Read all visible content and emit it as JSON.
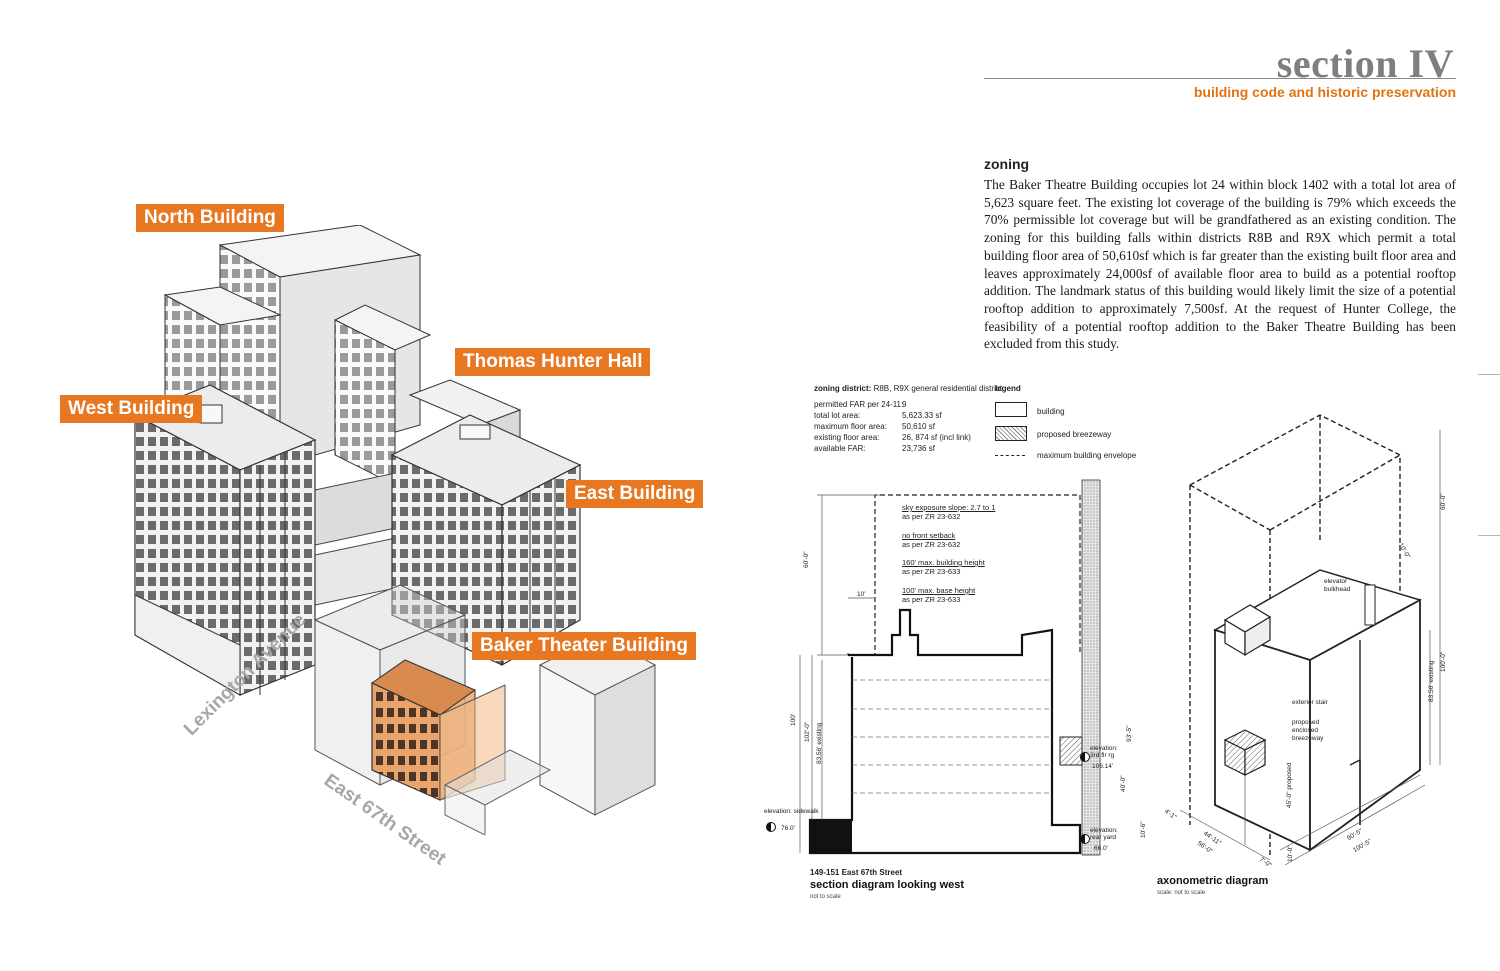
{
  "header": {
    "title": "section IV",
    "subtitle": "building code and historic preservation"
  },
  "zoning": {
    "heading": "zoning",
    "body": "The Baker Theatre Building occupies lot 24 within block 1402 with a total lot area of 5,623 square feet.  The existing lot coverage of the building is 79% which exceeds the 70% permissible lot coverage but will be grandfathered as an existing condition.  The zoning for this building falls within districts R8B and R9X which permit a total building floor area of 50,610sf which is far greater than the existing built floor area and leaves approximately 24,000sf of available floor area to build as a potential rooftop addition.  The landmark status of this building would likely limit the size of a potential rooftop addition to approximately 7,500sf.  At the request of Hunter College, the feasibility of a potential rooftop addition to the Baker Theatre Building has been excluded from this study."
  },
  "illustration": {
    "labels": {
      "north": "North Building",
      "thomas": "Thomas Hunter Hall",
      "west": "West Building",
      "east": "East Building",
      "baker": "Baker Theater Building"
    },
    "streets": {
      "lexington": "Lexington Avenue",
      "east67": "East 67th Street"
    }
  },
  "zoning_table": {
    "district_label": "zoning district:",
    "district_value": "R8B, R9X general residential district",
    "rows": [
      {
        "label": "permitted FAR per 24-11:",
        "value": "9"
      },
      {
        "label": "total lot area:",
        "value": "5,623.33 sf"
      },
      {
        "label": "maximum floor area:",
        "value": "50,610 sf"
      },
      {
        "label": "existing floor area:",
        "value": "26, 874 sf (incl link)"
      },
      {
        "label": "available FAR:",
        "value": "23,736 sf"
      }
    ]
  },
  "legend": {
    "title": "legend",
    "items": [
      "building",
      "proposed breezeway",
      "maximum building envelope"
    ]
  },
  "section_diagram": {
    "notes": [
      {
        "title": "sky exposure slope: 2.7 to 1",
        "sub": "as per ZR 23-632"
      },
      {
        "title": "no front setback",
        "sub": "as per ZR 23-632"
      },
      {
        "title": "160' max. building height",
        "sub": "as per ZR 23-633"
      },
      {
        "title": "100' max. base height",
        "sub": "as per ZR 23-633"
      }
    ],
    "dims": {
      "d60": "60'-0\"",
      "d10": "10'",
      "d100": "100'",
      "d102": "102'-0\"",
      "d8356": "83.56' existing",
      "d935": "93'-5\"",
      "d40": "40'-0\"",
      "d10b": "10'-6\""
    },
    "elevations": {
      "sidewalk_label": "elevation: sidewalk",
      "sidewalk_value": "76.0'",
      "third_label": "elevation: 3rd flr rg",
      "third_value": "106.14'",
      "rear_label": "elevation: rear yard",
      "rear_value": "66.0'"
    },
    "caption_address": "149-151 East 67th Street",
    "caption_title": "section diagram looking west",
    "caption_note": "not to scale"
  },
  "axo_diagram": {
    "dims": {
      "d60": "60'-0\"",
      "d10": "10'-0\"",
      "d100": "100'-0\"",
      "d8356": "83.56' existing",
      "d45": "45'-0\" proposed",
      "d4": "4'-1\"",
      "d44": "44'-11\"",
      "d56": "56'-0\"",
      "d90": "90'-5\"",
      "d1005": "100'-5\"",
      "d10b": "10'-0\"",
      "d7": "7'-0\""
    },
    "callouts": {
      "bulkhead": "elevator bulkhead",
      "stair": "exterior stair",
      "breezeway": "proposed enclosed breezeway"
    },
    "caption_title": "axonometric diagram",
    "caption_note": "scale: not to scale"
  },
  "colors": {
    "accent": "#e87722",
    "title_gray": "#7f7f7f",
    "baker_fill": "#e9a46b"
  }
}
